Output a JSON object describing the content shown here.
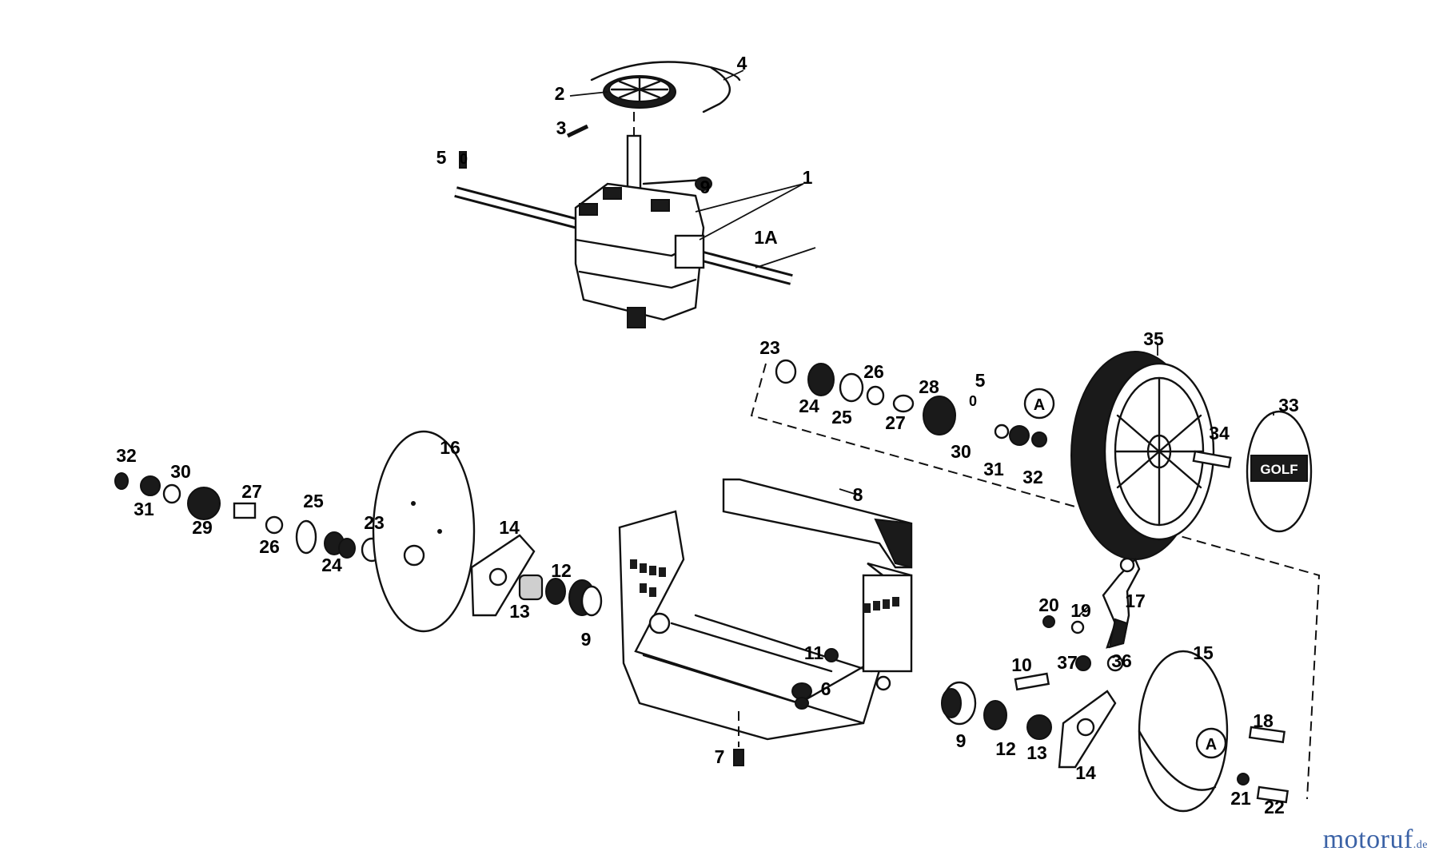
{
  "diagram": {
    "callouts": [
      {
        "id": "c4",
        "text": "4"
      },
      {
        "id": "c2",
        "text": "2"
      },
      {
        "id": "c3",
        "text": "3"
      },
      {
        "id": "c5a",
        "text": "5"
      },
      {
        "id": "c9a",
        "text": "9"
      },
      {
        "id": "c1",
        "text": "1"
      },
      {
        "id": "c1A",
        "text": "1A"
      },
      {
        "id": "c23r",
        "text": "23"
      },
      {
        "id": "c24r",
        "text": "24"
      },
      {
        "id": "c25r",
        "text": "25"
      },
      {
        "id": "c26r",
        "text": "26"
      },
      {
        "id": "c27r",
        "text": "27"
      },
      {
        "id": "c28",
        "text": "28"
      },
      {
        "id": "c5b",
        "text": "5"
      },
      {
        "id": "c0r",
        "text": "0"
      },
      {
        "id": "c35",
        "text": "35"
      },
      {
        "id": "c33",
        "text": "33"
      },
      {
        "id": "c34",
        "text": "34"
      },
      {
        "id": "c30r",
        "text": "30"
      },
      {
        "id": "c31r",
        "text": "31"
      },
      {
        "id": "c32r",
        "text": "32"
      },
      {
        "id": "c32l",
        "text": "32"
      },
      {
        "id": "c31l",
        "text": "31"
      },
      {
        "id": "c30l",
        "text": "30"
      },
      {
        "id": "c29",
        "text": "29"
      },
      {
        "id": "c27l",
        "text": "27"
      },
      {
        "id": "c26l",
        "text": "26"
      },
      {
        "id": "c25l",
        "text": "25"
      },
      {
        "id": "c24l",
        "text": "24"
      },
      {
        "id": "c23l",
        "text": "23"
      },
      {
        "id": "c16",
        "text": "16"
      },
      {
        "id": "c14l",
        "text": "14"
      },
      {
        "id": "c12l",
        "text": "12"
      },
      {
        "id": "c13l",
        "text": "13"
      },
      {
        "id": "c9l",
        "text": "9"
      },
      {
        "id": "c8",
        "text": "8"
      },
      {
        "id": "c20",
        "text": "20"
      },
      {
        "id": "c19",
        "text": "19"
      },
      {
        "id": "c17",
        "text": "17"
      },
      {
        "id": "c11",
        "text": "11"
      },
      {
        "id": "c6",
        "text": "6"
      },
      {
        "id": "c10",
        "text": "10"
      },
      {
        "id": "c37",
        "text": "37"
      },
      {
        "id": "c36",
        "text": "36"
      },
      {
        "id": "c15",
        "text": "15"
      },
      {
        "id": "c7",
        "text": "7"
      },
      {
        "id": "c9r",
        "text": "9"
      },
      {
        "id": "c12r",
        "text": "12"
      },
      {
        "id": "c13r",
        "text": "13"
      },
      {
        "id": "c14r",
        "text": "14"
      },
      {
        "id": "c18",
        "text": "18"
      },
      {
        "id": "c21",
        "text": "21"
      },
      {
        "id": "c22",
        "text": "22"
      },
      {
        "id": "c0t",
        "text": "0"
      }
    ],
    "markers": [
      {
        "id": "mA1",
        "text": "A"
      },
      {
        "id": "mA2",
        "text": "A"
      }
    ],
    "hubcap_text": "GOLF"
  },
  "watermark": {
    "part1": "motoruf",
    "part2": "",
    "suffix": ".de"
  }
}
